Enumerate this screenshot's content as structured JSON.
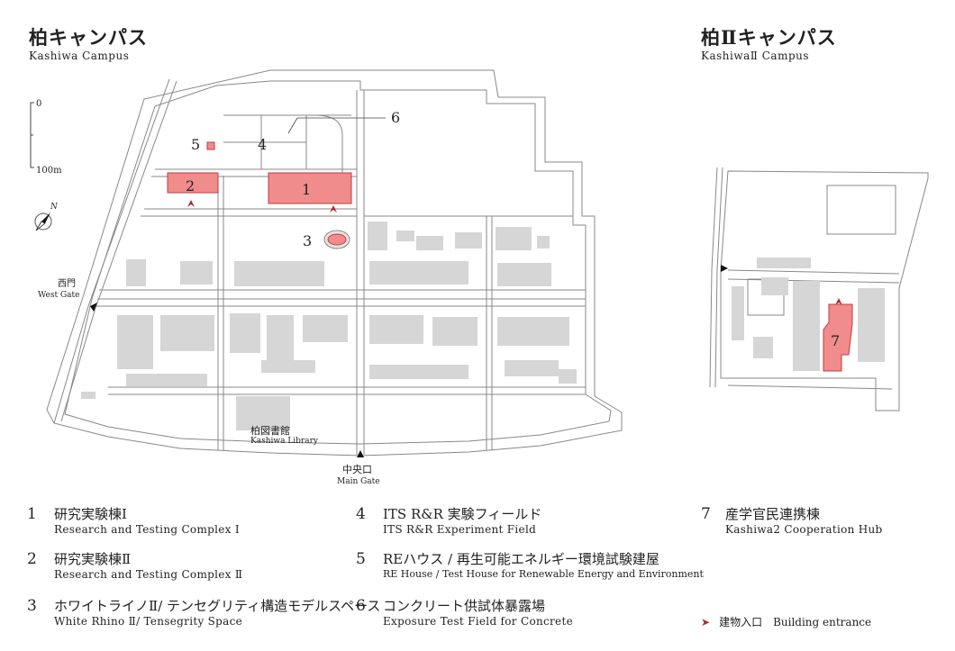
{
  "campus1": {
    "title_jp": "柏キャンパス",
    "title_en": "Kashiwa Campus"
  },
  "campus2": {
    "title_jp": "柏Ⅱキャンパス",
    "title_en": "KashiwaⅡ Campus"
  },
  "scale": {
    "zero": "0",
    "end": "100m"
  },
  "north": "N",
  "gates": {
    "west_jp": "西門",
    "west_en": "West Gate",
    "main_jp": "中央口",
    "main_en": "Main Gate"
  },
  "library": {
    "jp": "柏図書館",
    "en": "Kashiwa Library"
  },
  "map_labels": [
    "1",
    "2",
    "3",
    "4",
    "5",
    "6",
    "7"
  ],
  "colors": {
    "highlight": "#f08c8c",
    "highlight_stroke": "#c23b3b",
    "building": "#d6d6d6",
    "road": "#888888",
    "entrance": "#b12a2a"
  },
  "legend": [
    {
      "num": "1",
      "jp": "研究実験棟Ⅰ",
      "en": "Research and Testing Complex Ⅰ"
    },
    {
      "num": "2",
      "jp": "研究実験棟Ⅱ",
      "en": "Research and Testing Complex Ⅱ"
    },
    {
      "num": "3",
      "jp": "ホワイトライノⅡ/ テンセグリティ構造モデルスペース",
      "en": "White Rhino Ⅱ/ Tensegrity Space"
    },
    {
      "num": "4",
      "jp": "ITS R&R 実験フィールド",
      "en": "ITS R&R Experiment Field"
    },
    {
      "num": "5",
      "jp": "REハウス / 再生可能エネルギー環境試験建屋",
      "en": "RE House / Test House for Renewable Energy and Environment"
    },
    {
      "num": "6",
      "jp": "コンクリート供試体暴露場",
      "en": "Exposure Test Field for Concrete"
    },
    {
      "num": "7",
      "jp": "産学官民連携棟",
      "en": "Kashiwa2 Cooperation Hub"
    }
  ],
  "entrance_legend": "建物入口　Building entrance"
}
